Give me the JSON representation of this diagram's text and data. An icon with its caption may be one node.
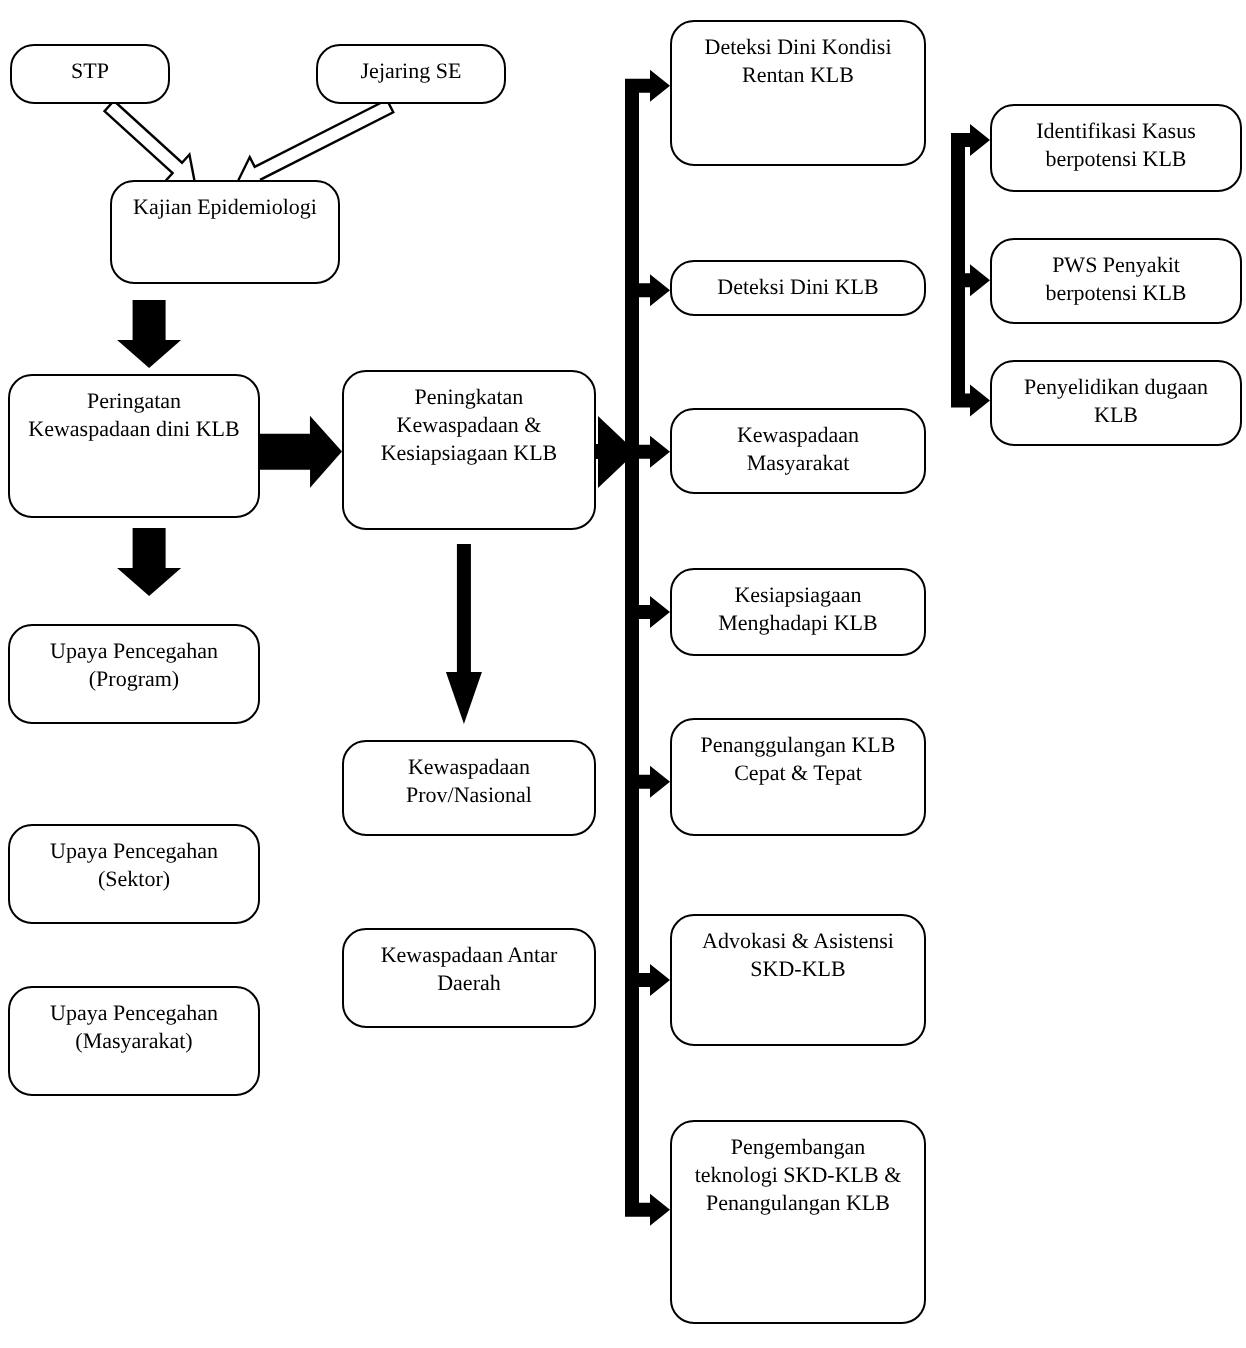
{
  "diagram": {
    "nodes": [
      {
        "text": [
          "STP"
        ]
      },
      {
        "text": [
          "Jejaring SE"
        ]
      },
      {
        "text": [
          "Kajian Epidemiologi"
        ]
      },
      {
        "text": [
          "Peringatan Kewaspadaan dini KLB"
        ]
      },
      {
        "text": [
          "Peningkatan Kewaspadaan & Kesiapsiagaan KLB"
        ]
      },
      {
        "text": [
          "Upaya Pencegahan (Program)"
        ]
      },
      {
        "text": [
          "Upaya Pencegahan (Sektor)"
        ]
      },
      {
        "text": [
          "Upaya Pencegahan (Masyarakat)"
        ]
      },
      {
        "text": [
          "Kewaspadaan Prov/Nasional"
        ]
      },
      {
        "text": [
          "Kewaspadaan Antar Daerah"
        ]
      },
      {
        "text": [
          "Deteksi Dini Kondisi Rentan KLB"
        ]
      },
      {
        "text": [
          "Deteksi Dini KLB"
        ]
      },
      {
        "text": [
          "Kewaspadaan Masyarakat"
        ]
      },
      {
        "text": [
          "Kesiapsiagaan Menghadapi KLB"
        ]
      },
      {
        "text": [
          "Penanggulangan KLB Cepat & Tepat"
        ]
      },
      {
        "text": [
          "Advokasi & Asistensi SKD-KLB"
        ]
      },
      {
        "text": [
          "Pengembangan teknologi SKD-KLB & Penangulangan KLB"
        ]
      },
      {
        "text": [
          "Identifikasi Kasus berpotensi KLB"
        ]
      },
      {
        "text": [
          "PWS Penyakit berpotensi KLB"
        ]
      },
      {
        "text": [
          "Penyelidikan dugaan KLB"
        ]
      }
    ],
    "edges": [
      {
        "from": 0,
        "to": 2,
        "arrow": "to"
      },
      {
        "from": 1,
        "to": 2,
        "arrow": "to"
      },
      {
        "from": 2,
        "to": 3,
        "arrow": "to",
        "style": "thick"
      },
      {
        "from": 3,
        "to": 4,
        "arrow": "to",
        "style": "thick"
      },
      {
        "from": 3,
        "to": 5,
        "arrow": "to",
        "style": "thick"
      },
      {
        "from": 4,
        "to": 8,
        "arrow": "to"
      },
      {
        "from": 4,
        "to": 10,
        "arrow": "to"
      },
      {
        "from": 4,
        "to": 11,
        "arrow": "to"
      },
      {
        "from": 4,
        "to": 12,
        "arrow": "to"
      },
      {
        "from": 4,
        "to": 13,
        "arrow": "to"
      },
      {
        "from": 4,
        "to": 14,
        "arrow": "to"
      },
      {
        "from": 4,
        "to": 15,
        "arrow": "to"
      },
      {
        "from": 4,
        "to": 16,
        "arrow": "to"
      },
      {
        "from": null,
        "to": 17,
        "arrow": "to"
      },
      {
        "from": null,
        "to": 18,
        "arrow": "to"
      },
      {
        "from": null,
        "to": 19,
        "arrow": "to"
      }
    ]
  }
}
